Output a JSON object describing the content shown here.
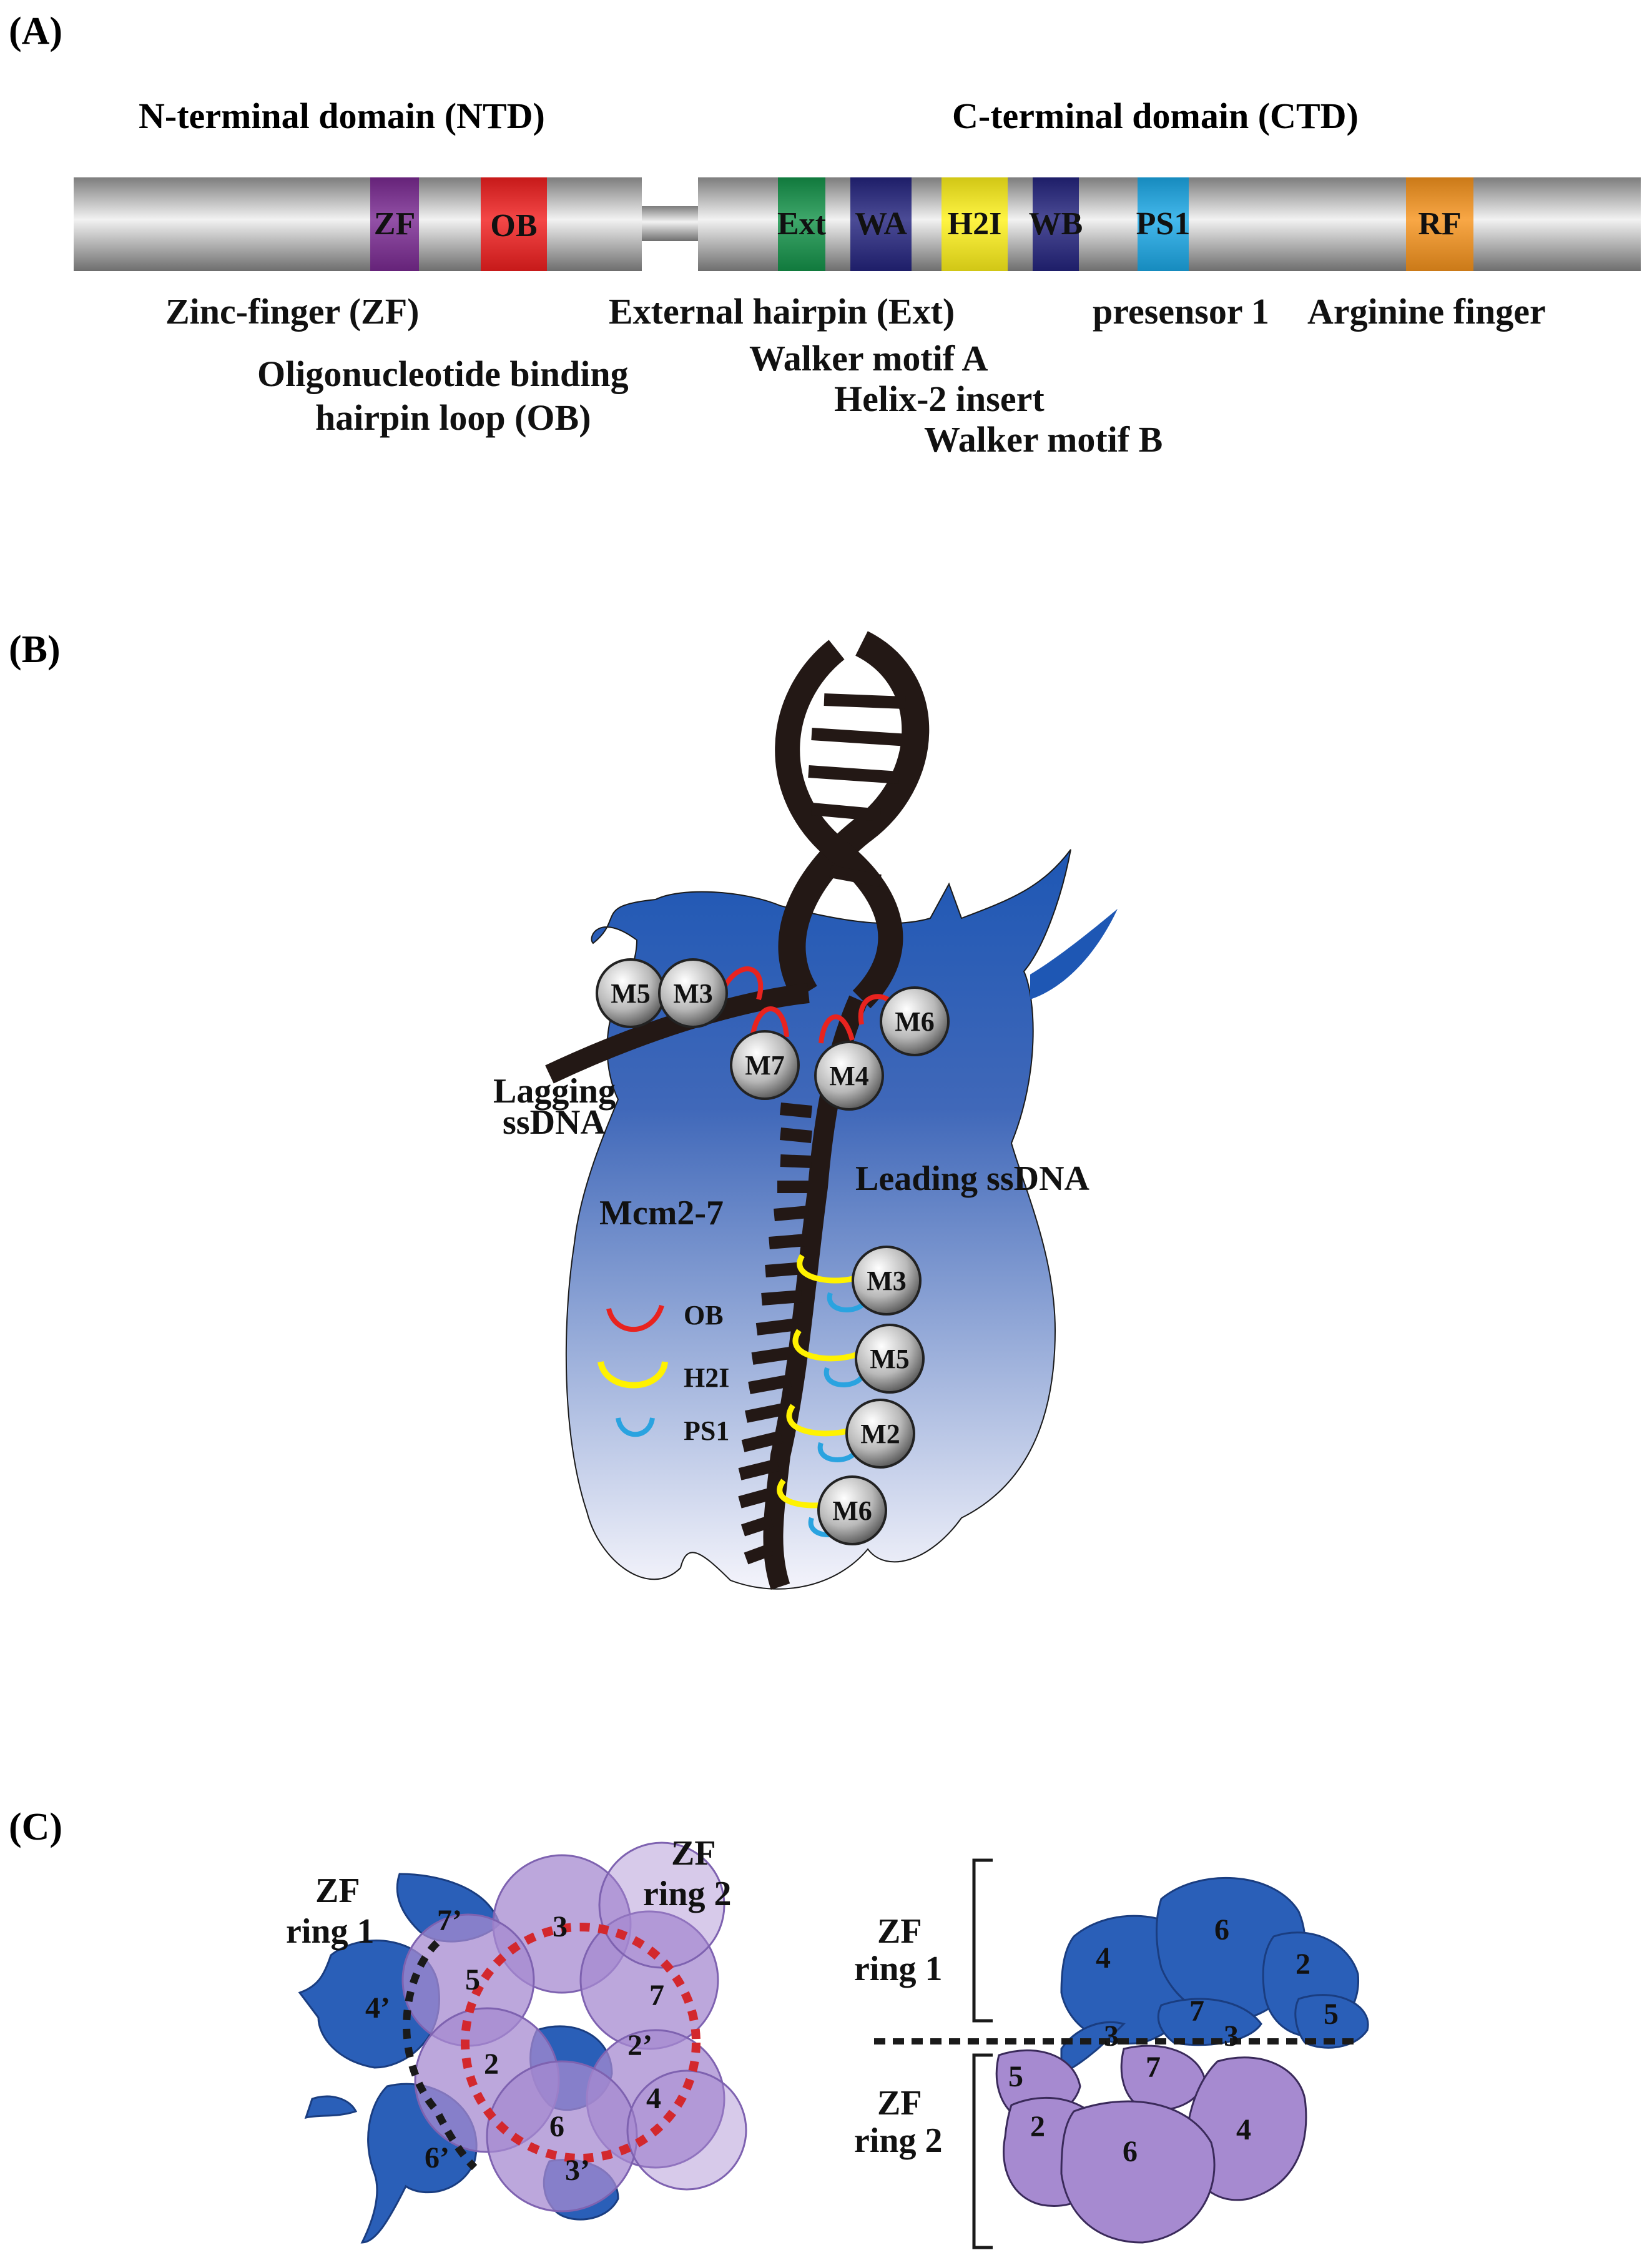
{
  "panels": {
    "a": "(A)",
    "b": "(B)",
    "c": "(C)"
  },
  "panel_a": {
    "ntd_title": "N-terminal domain (NTD)",
    "ctd_title": "C-terminal domain (CTD)",
    "segments": {
      "zf": "ZF",
      "ob": "OB",
      "ext": "Ext",
      "wa": "WA",
      "h2i": "H2I",
      "wb": "WB",
      "ps1": "PS1",
      "rf": "RF"
    },
    "labels": {
      "zf": "Zinc-finger (ZF)",
      "ob_line1": "Oligonucleotide binding",
      "ob_line2": "hairpin loop (OB)",
      "ext": "External hairpin (Ext)",
      "wa": "Walker motif A",
      "h2i": "Helix-2 insert",
      "wb": "Walker motif B",
      "ps1": "presensor 1",
      "rf": "Arginine finger"
    },
    "colors": {
      "zf": "#7B2A93",
      "ob": "#F21F1F",
      "ext": "#14944A",
      "wa": "#24247F",
      "h2i": "#FFF21A",
      "wb": "#24247F",
      "ps1": "#1BA9E8",
      "rf": "#F7941D"
    }
  },
  "panel_b": {
    "lagging_line1": "Lagging",
    "lagging_line2": "ssDNA",
    "leading": "Leading ssDNA",
    "complex": "Mcm2-7",
    "subunits_top": [
      "M5",
      "M3",
      "M7",
      "M4",
      "M6"
    ],
    "subunits_channel": [
      "M3",
      "M5",
      "M2",
      "M6"
    ],
    "legend": {
      "ob": "OB",
      "h2i": "H2I",
      "ps1": "PS1"
    },
    "colors": {
      "ob": "#E8231F",
      "h2i": "#FFF200",
      "ps1": "#2AA3E0",
      "protein": "#1E57B4",
      "dna": "#231815"
    }
  },
  "panel_c": {
    "left": {
      "zf_ring1_line1": "ZF",
      "zf_ring1_line2": "ring 1",
      "zf_ring2_line1": "ZF",
      "zf_ring2_line2": "ring 2",
      "ring1_numbers": [
        "7’",
        "4’",
        "6’",
        "5",
        "3’"
      ],
      "ring2_numbers": [
        "3",
        "7",
        "4",
        "6",
        "2",
        "2’"
      ]
    },
    "right": {
      "zf_ring1_line1": "ZF",
      "zf_ring1_line2": "ring 1",
      "zf_ring2_line1": "ZF",
      "zf_ring2_line2": "ring 2",
      "ring1_numbers": [
        "6",
        "4",
        "2",
        "5",
        "7",
        "3",
        "3"
      ],
      "ring2_numbers": [
        "5",
        "7",
        "2",
        "6",
        "4"
      ]
    },
    "colors": {
      "ring1": "#2A5FB8",
      "ring2": "#A68AD0",
      "dash_red": "#D3282D",
      "dash_black": "#1A1A1A"
    }
  }
}
